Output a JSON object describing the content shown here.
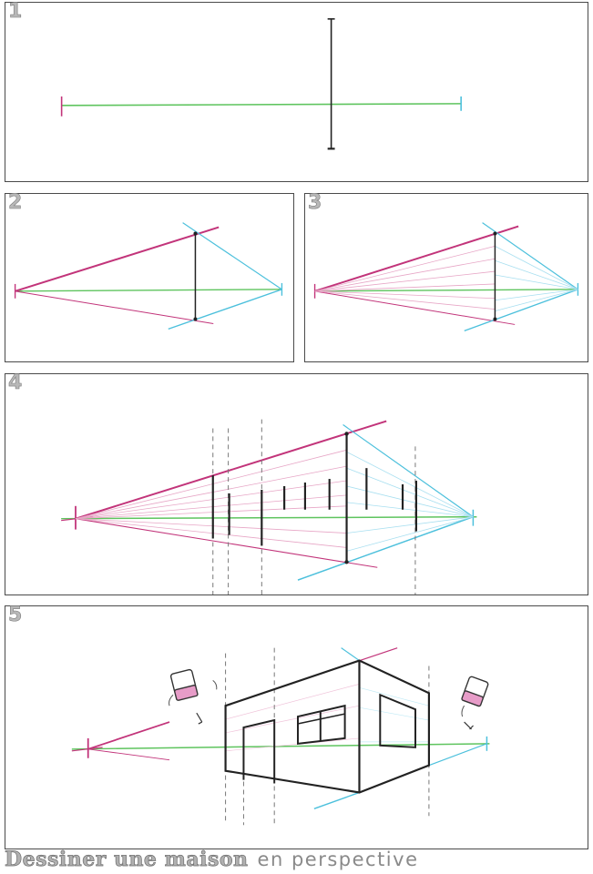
{
  "panels": [
    {
      "number": "1"
    },
    {
      "number": "2"
    },
    {
      "number": "3"
    },
    {
      "number": "4"
    },
    {
      "number": "5"
    }
  ],
  "caption": {
    "bold": "Dessiner une maison",
    "light": "en perspective"
  },
  "colors": {
    "horizon": "#5ec45e",
    "left_perspective": "#c2347a",
    "right_perspective": "#4cc0dc",
    "ink": "#222222",
    "guide": "#777777",
    "panel_border": "#4a4a4a"
  },
  "icons": [
    "eraser-icon"
  ]
}
